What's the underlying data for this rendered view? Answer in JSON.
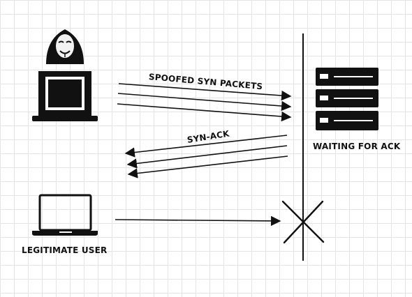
{
  "labels": {
    "spoofed_syn": "SPOOFED SYN PACKETS",
    "syn_ack": "SYN-ACK",
    "waiting": "WAITING FOR ACK",
    "legit_user": "LEGITIMATE USER"
  },
  "icons": {
    "attacker": "hacker-icon",
    "attacker_device": "laptop-icon",
    "server": "server-icon",
    "user_device": "laptop-icon",
    "blocked": "cross-icon"
  },
  "colors": {
    "ink": "#111111",
    "grid": "#e4e4e4",
    "background": "#ffffff"
  }
}
